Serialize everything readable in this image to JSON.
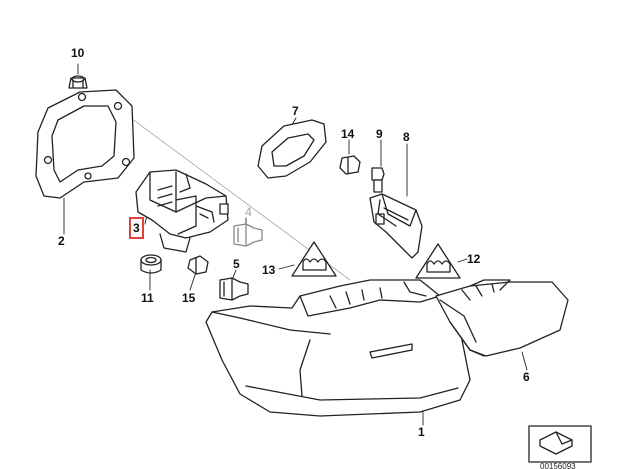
{
  "callouts": [
    {
      "id": "c1",
      "label": "1"
    },
    {
      "id": "c2",
      "label": "2"
    },
    {
      "id": "c3",
      "label": "3",
      "highlighted": true
    },
    {
      "id": "c4",
      "label": "4"
    },
    {
      "id": "c5",
      "label": "5"
    },
    {
      "id": "c6",
      "label": "6"
    },
    {
      "id": "c7",
      "label": "7"
    },
    {
      "id": "c8",
      "label": "8"
    },
    {
      "id": "c9",
      "label": "9"
    },
    {
      "id": "c10",
      "label": "10"
    },
    {
      "id": "c11",
      "label": "11"
    },
    {
      "id": "c12",
      "label": "12"
    },
    {
      "id": "c13",
      "label": "13"
    },
    {
      "id": "c14",
      "label": "14"
    },
    {
      "id": "c15",
      "label": "15"
    }
  ],
  "highlight_color": "#d9463a",
  "footer_code": "00156093"
}
